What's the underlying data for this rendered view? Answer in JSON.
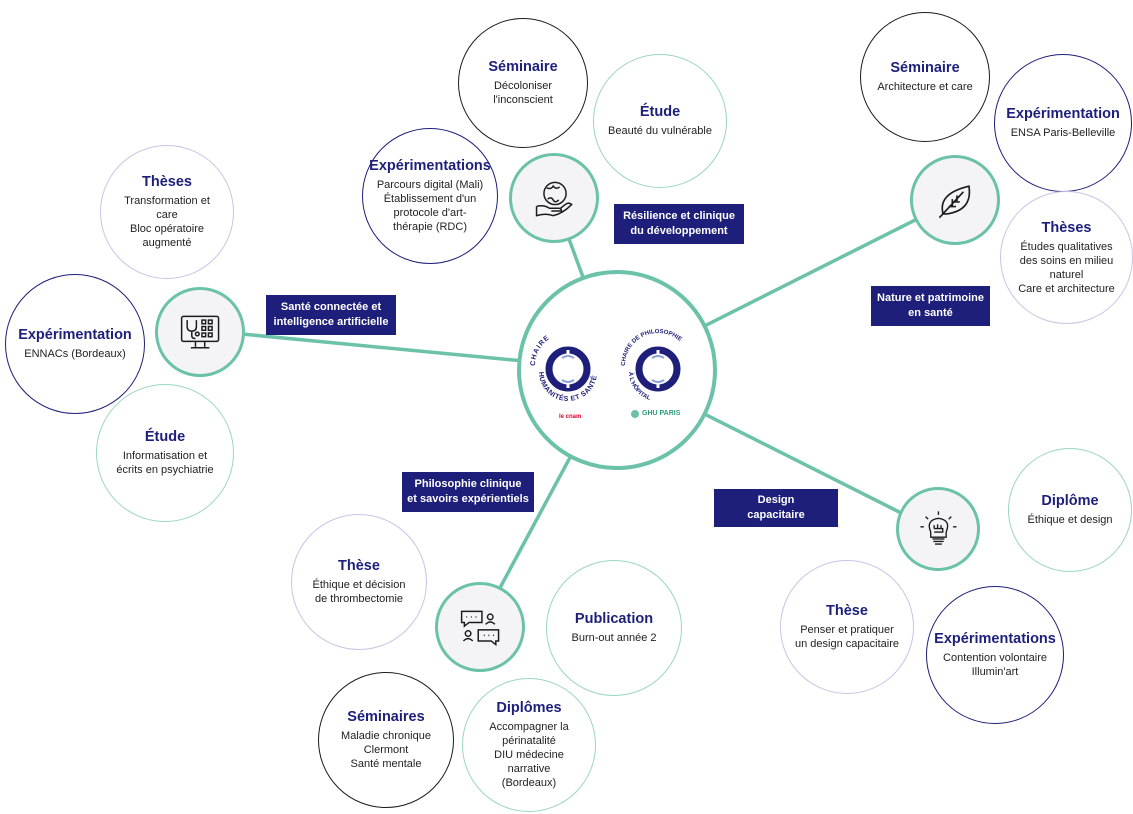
{
  "labels": {
    "resilience": [
      "Résilience et clinique",
      "du développement"
    ],
    "sante": [
      "Santé connectée et",
      "intelligence artificielle"
    ],
    "nature": [
      "Nature et patrimoine",
      "en santé"
    ],
    "philo": [
      "Philosophie clinique",
      "et savoirs expérientiels"
    ],
    "design": [
      "Design",
      "capacitaire"
    ]
  },
  "bubbles": {
    "sem_decol": {
      "title": "Séminaire",
      "lines": [
        "Décoloniser",
        "l'inconscient"
      ]
    },
    "etude_beaute": {
      "title": "Étude",
      "lines": [
        "Beauté du vulnérable"
      ]
    },
    "exp_parcours": {
      "title": "Expérimentations",
      "lines": [
        "Parcours digital (Mali)",
        "Établissement d'un",
        "protocole d'art-",
        "thérapie (RDC)"
      ]
    },
    "theses_transfo": {
      "title": "Thèses",
      "lines": [
        "Transformation et",
        "care",
        "Bloc opératoire",
        "augmenté"
      ]
    },
    "exp_ennacs": {
      "title": "Expérimentation",
      "lines": [
        "ENNACs (Bordeaux)"
      ]
    },
    "etude_info": {
      "title": "Étude",
      "lines": [
        "Informatisation et",
        "écrits en psychiatrie"
      ]
    },
    "sem_archi": {
      "title": "Séminaire",
      "lines": [
        "Architecture et care"
      ]
    },
    "exp_ensa": {
      "title": "Expérimentation",
      "lines": [
        "ENSA Paris-Belleville"
      ]
    },
    "theses_etudes": {
      "title": "Thèses",
      "lines": [
        "Études qualitatives",
        "des soins en milieu",
        "naturel",
        "Care et architecture"
      ]
    },
    "these_ethique": {
      "title": "Thèse",
      "lines": [
        "Éthique et décision",
        "de thrombectomie"
      ]
    },
    "publication": {
      "title": "Publication",
      "lines": [
        "Burn-out année 2"
      ]
    },
    "seminaires": {
      "title": "Séminaires",
      "lines": [
        "Maladie chronique",
        "Clermont",
        "Santé mentale"
      ]
    },
    "diplomes": {
      "title": "Diplômes",
      "lines": [
        "Accompagner la",
        "périnatalité",
        "DIU médecine narrative",
        "(Bordeaux)"
      ]
    },
    "diplome_design": {
      "title": "Diplôme",
      "lines": [
        "Éthique et design"
      ]
    },
    "these_penser": {
      "title": "Thèse",
      "lines": [
        "Penser et pratiquer",
        "un design capacitaire"
      ]
    },
    "exp_contention": {
      "title": "Expérimentations",
      "lines": [
        "Contention volontaire",
        "Illumin'art"
      ]
    }
  },
  "icons": {
    "resilience": "globe-hand-icon",
    "sante": "medical-monitor-icon",
    "nature": "leaf-icon",
    "philo": "conversation-icon",
    "design": "lightbulb-fist-icon"
  },
  "logo": {
    "left_text": "CHAIRE HUMANITÉS ET SANTÉ",
    "left_caption": "le cnam",
    "right_text": "CHAIRE DE PHILOSOPHIE À L'HÔPITAL",
    "right_caption": "GHU PARIS"
  },
  "colors": {
    "navy": "#1d1f7a",
    "mint": "#6bc2a9",
    "red": "#e4032e"
  }
}
